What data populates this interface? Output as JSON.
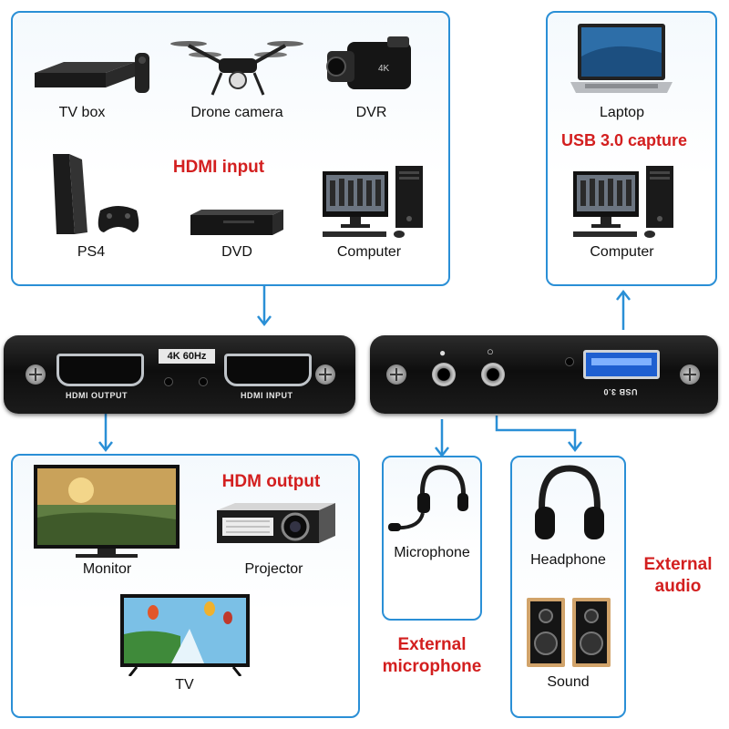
{
  "colors": {
    "accent_blue": "#2a8fd6",
    "label_red": "#d31f1f"
  },
  "hdmi_input": {
    "title": "HDMI input",
    "devices": [
      {
        "label": "TV box",
        "icon": "tv-box-icon"
      },
      {
        "label": "Drone camera",
        "icon": "drone-icon"
      },
      {
        "label": "DVR",
        "icon": "camcorder-icon"
      },
      {
        "label": "PS4",
        "icon": "ps4-icon"
      },
      {
        "label": "DVD",
        "icon": "dvd-player-icon"
      },
      {
        "label": "Computer",
        "icon": "desktop-computer-icon"
      }
    ]
  },
  "usb_capture": {
    "title": "USB 3.0 capture",
    "devices": [
      {
        "label": "Laptop",
        "icon": "laptop-icon"
      },
      {
        "label": "Computer",
        "icon": "desktop-computer-icon"
      }
    ]
  },
  "hub_left": {
    "badge": "4K 60Hz",
    "port1": "HDMI OUTPUT",
    "port2": "HDMI INPUT"
  },
  "hub_right": {
    "port": "USB 3.0"
  },
  "hdmi_output": {
    "title": "HDM output",
    "devices": [
      {
        "label": "Monitor",
        "icon": "monitor-icon"
      },
      {
        "label": "Projector",
        "icon": "projector-icon"
      },
      {
        "label": "TV",
        "icon": "tv-icon"
      }
    ]
  },
  "microphone": {
    "label": "Microphone",
    "icon": "headset-mic-icon",
    "caption": "External microphone"
  },
  "audio": {
    "caption": "External audio",
    "devices": [
      {
        "label": "Headphone",
        "icon": "headphone-icon"
      },
      {
        "label": "Sound",
        "icon": "speaker-icon"
      }
    ]
  }
}
